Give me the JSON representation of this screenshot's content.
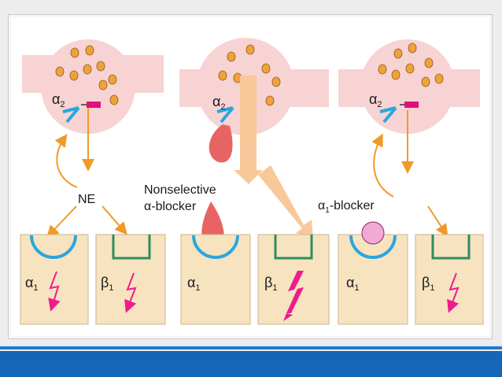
{
  "labels": {
    "ne": "NE",
    "nonselective_line1": "Nonselective",
    "nonselective_line2": "α-blocker",
    "alpha1_blocker": "α",
    "alpha1_blocker_sub": "1",
    "alpha1_blocker_rest": "-blocker",
    "alpha2_main": "α",
    "alpha2_sub": "2",
    "alpha1_main": "α",
    "alpha1_sub": "1",
    "beta1_main": "β",
    "beta1_sub": "1"
  },
  "colors": {
    "cell_fill": "#f7e3bf",
    "cell_stroke": "#c9b48d",
    "terminal_fill": "#f8d3d3",
    "vesicle": "#f0a23a",
    "arrow": "#f09a28",
    "alpha_receptor": "#2aa6e0",
    "beta_receptor": "#2f8c5f",
    "lightning": "#ee1c8c",
    "alpha2_receptor": "#2aa6e0",
    "presynaptic_rect": "#e0107a",
    "nonselective_drug": "#e86464",
    "alpha1_drug": "#f2a9d6",
    "big_arrow": "#f8c89a",
    "footer": "#1565b8",
    "footer_line": "#1f7bd1"
  }
}
